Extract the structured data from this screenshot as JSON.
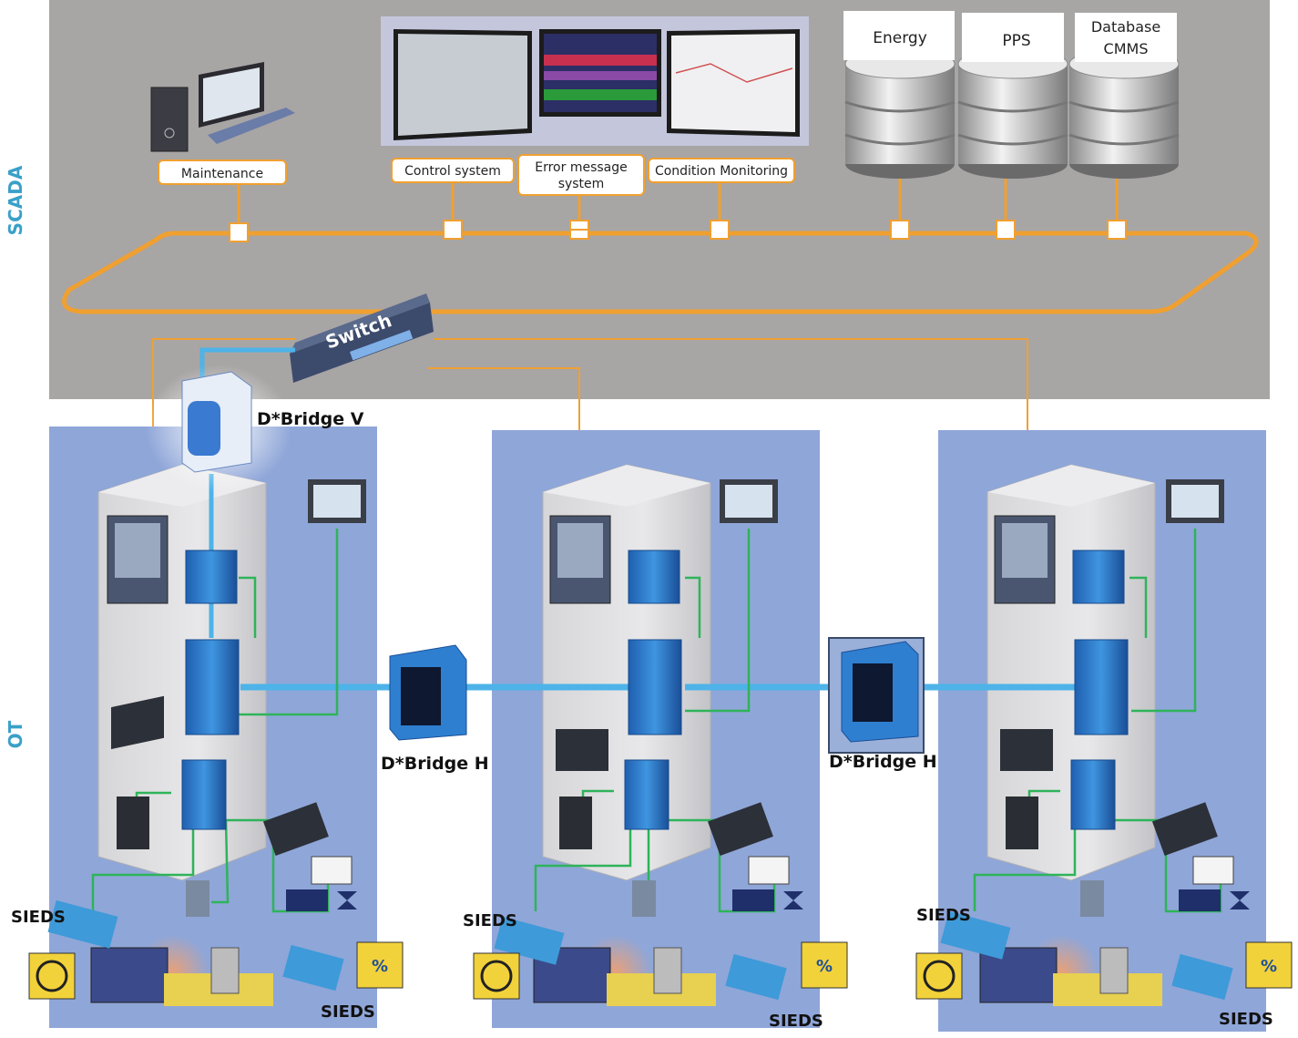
{
  "sections": {
    "scada": "SCADA",
    "ot": "OT"
  },
  "scada": {
    "maintenance": "Maintenance",
    "control_system": "Control system",
    "error_message_line1": "Error message",
    "error_message_line2": "system",
    "condition_monitoring": "Condition Monitoring",
    "energy": "Energy",
    "pps": "PPS",
    "database_line1": "Database",
    "database_line2": "CMMS",
    "switch": "Switch"
  },
  "devices": {
    "bridge_v": "D*Bridge V",
    "bridge_h_1": "D*Bridge H",
    "bridge_h_2": "D*Bridge H"
  },
  "cells": [
    {
      "sieds_top": "SIEDS",
      "sieds_bottom": "SIEDS"
    },
    {
      "sieds_top": "SIEDS",
      "sieds_bottom": "SIEDS"
    },
    {
      "sieds_top": "SIEDS",
      "sieds_bottom": "SIEDS"
    }
  ],
  "colors": {
    "scada_bg": "#a8a5a5",
    "ot_bg": "#8fa6d8",
    "ring": "#f0a030",
    "ethernet_blue": "#4db3e8",
    "field_green": "#2fb35a",
    "label_border": "#f0a030",
    "section_label": "#3aa0c8",
    "device_blue": "#2f7fd0",
    "warning_yellow": "#f2d23a"
  }
}
